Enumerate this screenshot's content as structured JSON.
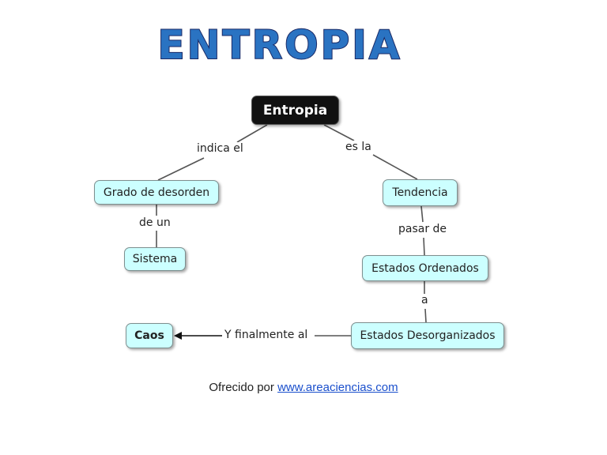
{
  "title": "ENTROPIA",
  "nodes": {
    "root": "Entropia",
    "grado": "Grado de desorden",
    "sistema": "Sistema",
    "tendencia": "Tendencia",
    "ordenados": "Estados Ordenados",
    "desorganizados": "Estados Desorganizados",
    "caos": "Caos"
  },
  "links": {
    "indica": "indica el",
    "esla": "es la",
    "deun": "de un",
    "pasar": "pasar de",
    "a": "a",
    "finalmente": "Y finalmente al"
  },
  "footer": {
    "prefix": "Ofrecido por ",
    "link": "www.areaciencias.com"
  },
  "colors": {
    "title": "#2a73c2",
    "node_fill": "#ccffff",
    "root_fill": "#111111",
    "link": "#1a4fcc"
  }
}
